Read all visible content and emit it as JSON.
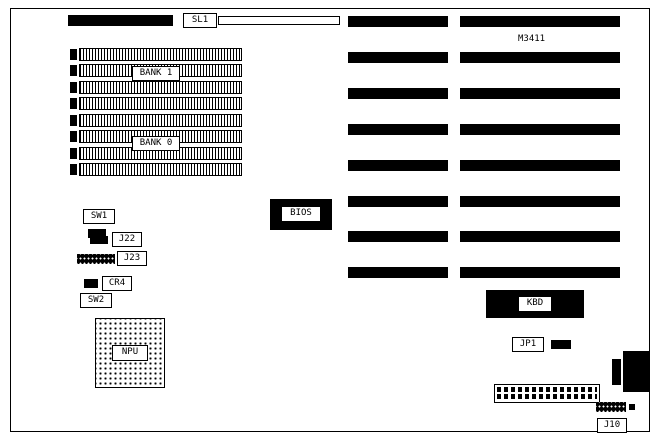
{
  "model_label": "M3411",
  "labels": {
    "sl1": "SL1",
    "bank1": "BANK 1",
    "bank0": "BANK 0",
    "bios": "BIOS",
    "sw1": "SW1",
    "j22": "J22",
    "j23": "J23",
    "cr4": "CR4",
    "sw2": "SW2",
    "npu": "NPU",
    "kbd": "KBD",
    "jp1": "JP1",
    "j10": "J10"
  }
}
